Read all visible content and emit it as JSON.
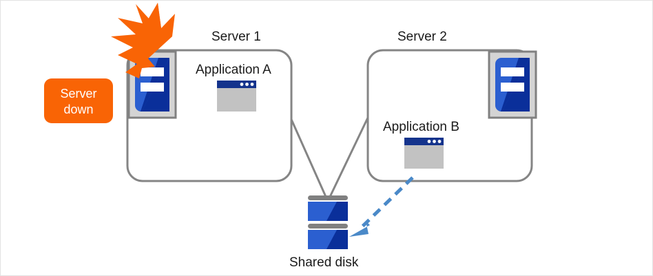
{
  "diagram": {
    "title_server1": "Server 1",
    "title_server2": "Server 2",
    "app_a_label": "Application  A",
    "app_b_label": "Application  B",
    "shared_disk_label": "Shared disk",
    "server_down_line1": "Server",
    "server_down_line2": "down",
    "colors": {
      "alert_orange": "#f96405",
      "server_blue_light": "#2b5fd0",
      "server_blue_dark": "#0a2f9a",
      "icon_frame_gray": "#d4d4d4",
      "icon_frame_border": "#808080",
      "box_outline_gray": "#858585",
      "window_titlebar": "#14338c",
      "window_body": "#c2c2c2",
      "disk_bar_gray": "#808080",
      "dashed_arrow_blue": "#4a89c8",
      "text_black": "#1a1a1a",
      "page_border": "#e2e2e2",
      "white": "#ffffff"
    },
    "elements": {
      "lightning_burst": "lightning-burst-icon",
      "server1_icon": "server-icon",
      "server2_icon": "server-icon",
      "app_a_window": "app-window-icon",
      "app_b_window": "app-window-icon",
      "shared_disk": "disk-stack-icon",
      "failover_arrow": "dashed-arrow-icon",
      "link_server1_disk": "connector-line",
      "link_server2_disk": "connector-line"
    }
  }
}
